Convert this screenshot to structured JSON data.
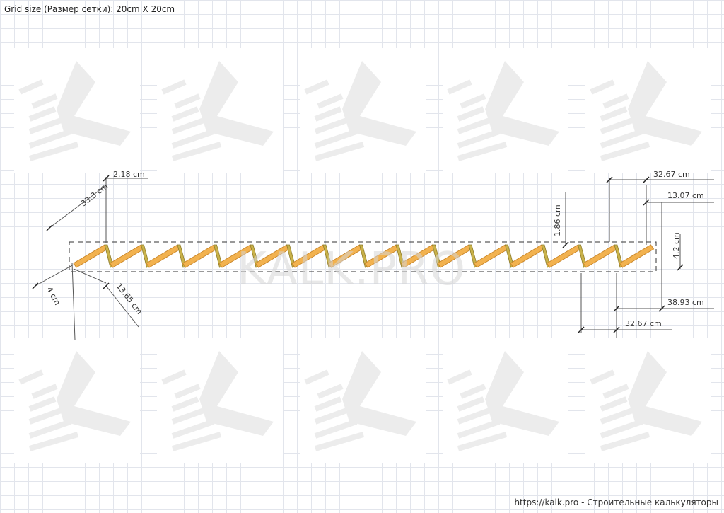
{
  "header": {
    "grid_size": "Grid size (Размер сетки): 20cm X 20cm"
  },
  "watermark": {
    "text": "KALK.PRO"
  },
  "footer": {
    "link": "https://kalk.pro - Строительные калькуляторы"
  },
  "dimensions": {
    "left_top": "2.18 cm",
    "left_diag": "33.3 cm",
    "left_bottom": "4 cm",
    "left_bottom_diag": "13.65 cm",
    "right_top_cut": "32.67 cm",
    "right_top": "13.07 cm",
    "right_vert": "1.86 cm",
    "right_side": "4.2 cm",
    "right_low": "38.93 cm",
    "right_bottom": "32.67 cm"
  },
  "colors": {
    "board": "#f2b24f",
    "board_edge": "#c9862a",
    "support": "#c9b24a",
    "dim_line": "#555555"
  }
}
